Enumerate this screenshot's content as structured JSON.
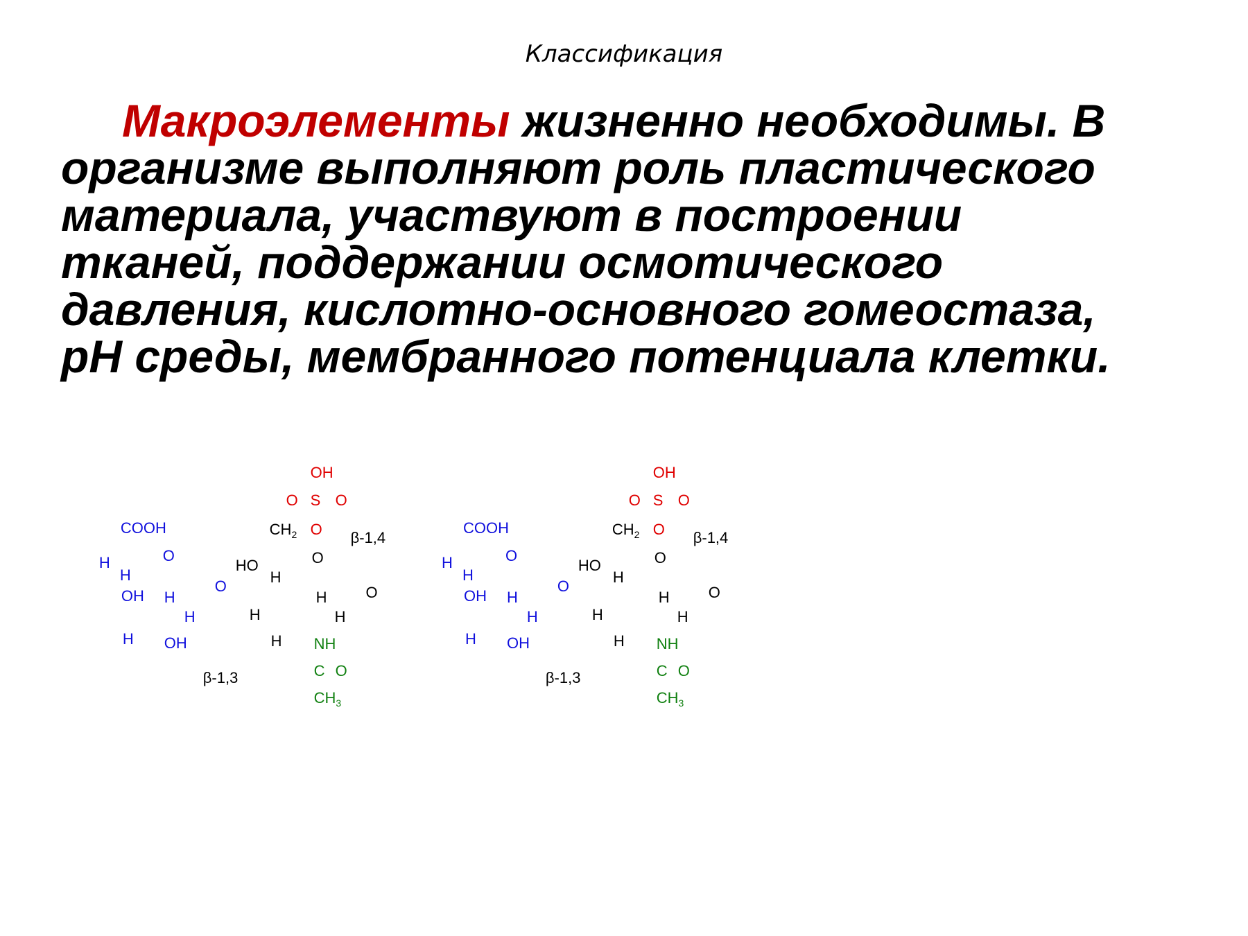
{
  "slide": {
    "title": "Классификация",
    "highlight": "Макроэлементы",
    "line1_rest": " жизненно необходимы. В",
    "line2": "организме выполняют роль пластического",
    "line3": "материала, участвуют в построении",
    "line4": "тканей, поддержании осмотического",
    "line5": "давления, кислотно-основного гомеостаза,",
    "line6": "рН среды, мембранного потенциала клетки."
  },
  "formula": {
    "atoms": [
      {
        "t": "OH",
        "c": "red"
      },
      {
        "t": "O",
        "c": "red"
      },
      {
        "t": "S",
        "c": "red"
      },
      {
        "t": "O",
        "c": "red"
      },
      {
        "t": "COOH",
        "c": "blue"
      },
      {
        "t": "CH",
        "sub": "2",
        "c": "black"
      },
      {
        "t": "O",
        "c": "red"
      },
      {
        "t": "β-1,4",
        "c": "black"
      },
      {
        "t": "O",
        "c": "blue"
      },
      {
        "t": "H",
        "c": "blue"
      },
      {
        "t": "H",
        "c": "blue"
      },
      {
        "t": "HO",
        "c": "black"
      },
      {
        "t": "O",
        "c": "black"
      },
      {
        "t": "H",
        "c": "black"
      },
      {
        "t": "O",
        "c": "blue"
      },
      {
        "t": "OH",
        "c": "blue"
      },
      {
        "t": "H",
        "c": "blue"
      },
      {
        "t": "H",
        "c": "black"
      },
      {
        "t": "O",
        "c": "black"
      },
      {
        "t": "H",
        "c": "blue"
      },
      {
        "t": "H",
        "c": "black"
      },
      {
        "t": "H",
        "c": "black"
      },
      {
        "t": "H",
        "c": "blue"
      },
      {
        "t": "OH",
        "c": "blue"
      },
      {
        "t": "H",
        "c": "black"
      },
      {
        "t": "NH",
        "c": "green"
      },
      {
        "t": "C",
        "c": "green"
      },
      {
        "t": "O",
        "c": "green"
      },
      {
        "t": "β-1,3",
        "c": "black"
      },
      {
        "t": "CH",
        "sub": "3",
        "c": "green"
      },
      {
        "t": "OH",
        "c": "red"
      },
      {
        "t": "O",
        "c": "red"
      },
      {
        "t": "S",
        "c": "red"
      },
      {
        "t": "O",
        "c": "red"
      },
      {
        "t": "COOH",
        "c": "blue"
      },
      {
        "t": "CH",
        "sub": "2",
        "c": "black"
      },
      {
        "t": "O",
        "c": "red"
      },
      {
        "t": "β-1,4",
        "c": "black"
      },
      {
        "t": "O",
        "c": "blue"
      },
      {
        "t": "H",
        "c": "blue"
      },
      {
        "t": "H",
        "c": "blue"
      },
      {
        "t": "HO",
        "c": "black"
      },
      {
        "t": "O",
        "c": "black"
      },
      {
        "t": "H",
        "c": "black"
      },
      {
        "t": "O",
        "c": "blue"
      },
      {
        "t": "OH",
        "c": "blue"
      },
      {
        "t": "H",
        "c": "blue"
      },
      {
        "t": "H",
        "c": "black"
      },
      {
        "t": "O",
        "c": "black"
      },
      {
        "t": "H",
        "c": "blue"
      },
      {
        "t": "H",
        "c": "black"
      },
      {
        "t": "H",
        "c": "black"
      },
      {
        "t": "H",
        "c": "blue"
      },
      {
        "t": "OH",
        "c": "blue"
      },
      {
        "t": "H",
        "c": "black"
      },
      {
        "t": "NH",
        "c": "green"
      },
      {
        "t": "C",
        "c": "green"
      },
      {
        "t": "O",
        "c": "green"
      },
      {
        "t": "β-1,3",
        "c": "black"
      },
      {
        "t": "CH",
        "sub": "3",
        "c": "green"
      }
    ]
  }
}
